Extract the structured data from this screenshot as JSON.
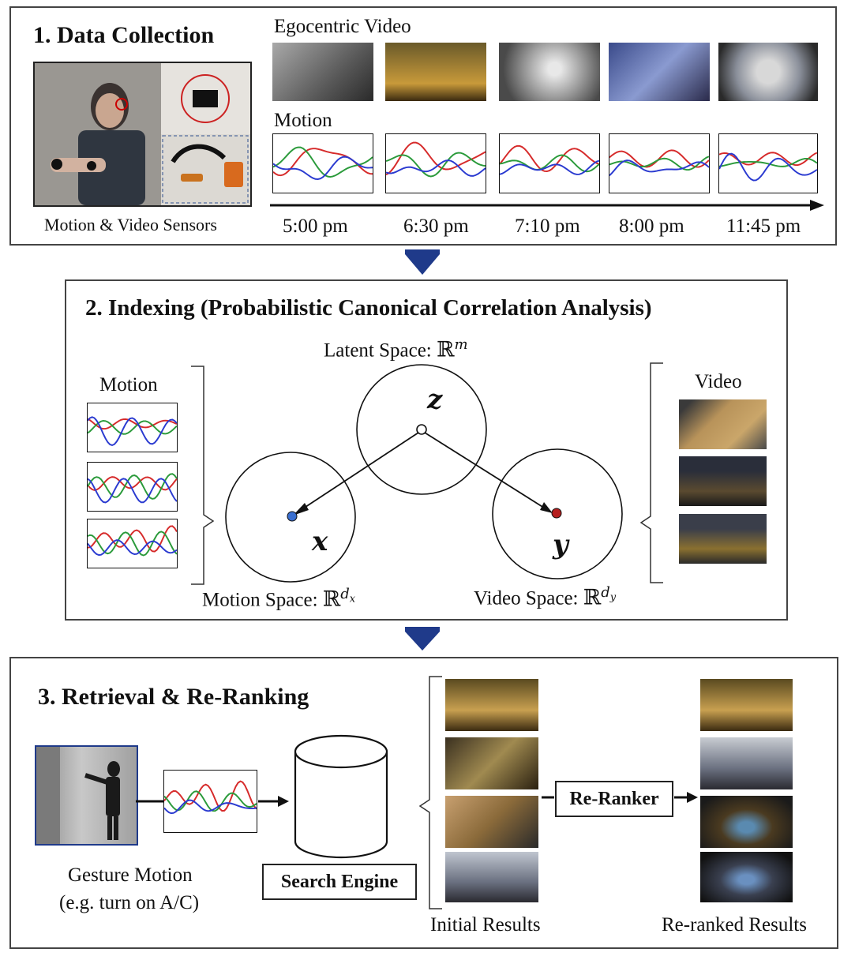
{
  "section1": {
    "title": "1. Data Collection",
    "sensor_caption": "Motion & Video Sensors",
    "video_label": "Egocentric Video",
    "motion_label": "Motion",
    "times": [
      "5:00 pm",
      "6:30 pm",
      "7:10 pm",
      "8:00 pm",
      "11:45 pm"
    ]
  },
  "section2": {
    "title": "2. Indexing (Probabilistic Canonical Correlation Analysis)",
    "motion_label": "Motion",
    "video_label": "Video",
    "latent_label": "Latent Space: ",
    "latent_sup": "m",
    "motion_space_label": "Motion Space: ",
    "motion_space_sup": "x",
    "video_space_label": "Video Space: ",
    "video_space_sup": "y",
    "blackboard_R": "ℝ",
    "superscript_d": "d",
    "var_z": "z",
    "var_x": "x",
    "var_y": "y"
  },
  "section3": {
    "title": "3. Retrieval & Re-Ranking",
    "gesture_caption_line1": "Gesture Motion",
    "gesture_caption_line2": "(e.g. turn on A/C)",
    "search_engine": "Search Engine",
    "reranker": "Re-Ranker",
    "initial_results": "Initial Results",
    "reranked_results": "Re-ranked Results"
  },
  "colors": {
    "red": "#d62a2a",
    "green": "#2a9a3a",
    "blue": "#2a3ad0",
    "arrow": "#1f3a8a",
    "x_node": "#3a6fd0",
    "y_node": "#b51f1f"
  }
}
